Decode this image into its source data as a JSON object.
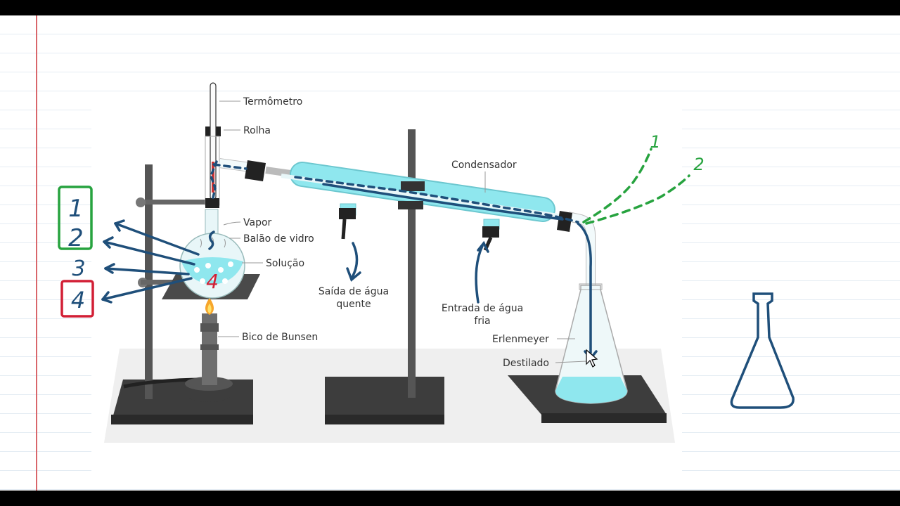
{
  "labels": {
    "termometro": "Termômetro",
    "rolha": "Rolha",
    "vapor": "Vapor",
    "balao": "Balão de vidro",
    "solucao": "Solução",
    "bico": "Bico de Bunsen",
    "condensador": "Condensador",
    "saida_l1": "Saída de água",
    "saida_l2": "quente",
    "entrada_l1": "Entrada de água",
    "entrada_l2": "fria",
    "erlenmeyer": "Erlenmeyer",
    "destilado": "Destilado"
  },
  "annotations": {
    "left_numbers": [
      "1",
      "2",
      "3",
      "4"
    ],
    "flask_number": "4",
    "green_numbers": [
      "1",
      "2"
    ]
  },
  "colors": {
    "ink_blue": "#1f4f7a",
    "ink_green": "#27a33f",
    "ink_red": "#d21f35",
    "water": "#8fe7ee",
    "metal_dark": "#3b3b3b"
  }
}
